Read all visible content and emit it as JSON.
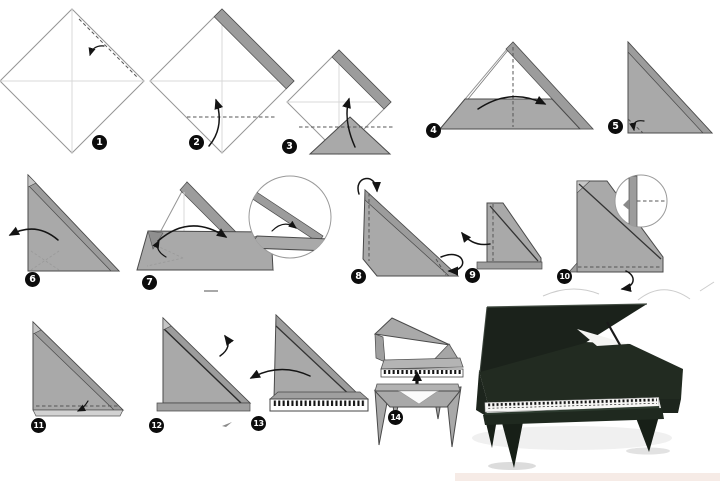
{
  "steps": [
    {
      "label": "1"
    },
    {
      "label": "2"
    },
    {
      "label": "3"
    },
    {
      "label": "4"
    },
    {
      "label": "5"
    },
    {
      "label": "6"
    },
    {
      "label": "7"
    },
    {
      "label": "8"
    },
    {
      "label": "9"
    },
    {
      "label": "10"
    },
    {
      "label": "11"
    },
    {
      "label": "12"
    },
    {
      "label": "13"
    },
    {
      "label": "14"
    }
  ],
  "colors": {
    "background": "#ffffff",
    "paper_white": "#ffffff",
    "paper_gray": "#a9a9a9",
    "paper_gray_dark": "#9f9f9f",
    "paper_band": "#9c9c9c",
    "notch": "#c6c6c6",
    "outline": "#4a4a4a",
    "outline_light": "#959595",
    "crease": "#d9d9d9",
    "dash": "#555555",
    "arrow": "#141414",
    "badge_bg": "#0c0c0c",
    "badge_text": "#ffffff",
    "key_black": "#141414",
    "piano_lid": "#1b221b",
    "piano_body": "#222b21",
    "piano_leg": "#171f17",
    "piano_key_white": "#f7f7f5",
    "photo_bottom_strip": "#f6ebe6"
  }
}
